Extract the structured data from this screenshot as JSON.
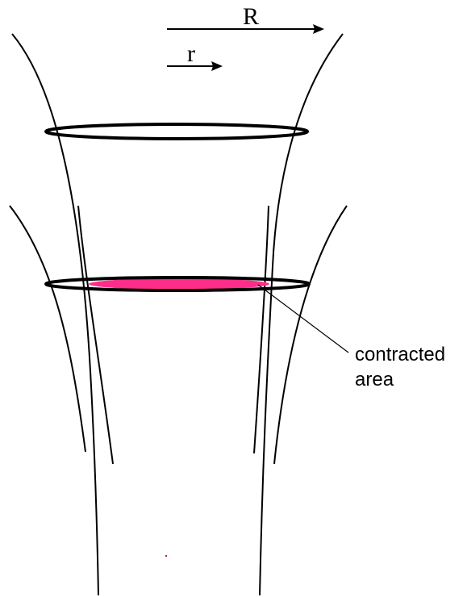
{
  "labels": {
    "R": "R",
    "r": "r",
    "annotation_line1": "contracted",
    "annotation_line2": "area"
  },
  "colors": {
    "stroke": "#000000",
    "contracted_fill": "#ff2d8a",
    "background": "#ffffff",
    "stray_dot": "#d8003a"
  }
}
